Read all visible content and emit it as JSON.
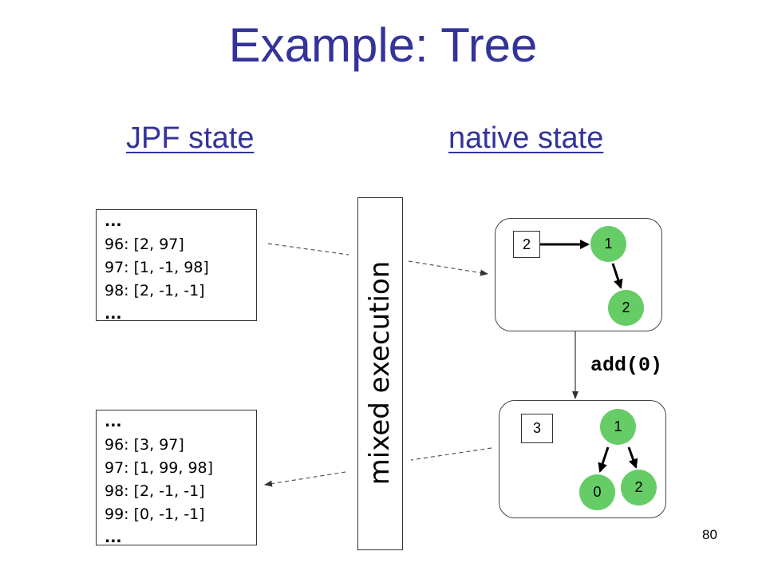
{
  "title": "Example: Tree",
  "jpf_heading": "JPF state",
  "native_heading": "native state",
  "mixed_label": "mixed execution",
  "operation": "add(0)",
  "page_number": "80",
  "jpf_before": [
    "...",
    "96: [2, 97]",
    "97: [1, -1, 98]",
    "98: [2, -1, -1]",
    "..."
  ],
  "jpf_after": [
    "...",
    "96: [3, 97]",
    "97: [1, 99, 98]",
    "98: [2, -1, -1]",
    "99: [0, -1, -1]",
    "..."
  ],
  "native_before": {
    "size": "2",
    "root": "1",
    "right_child": "2"
  },
  "native_after": {
    "size": "3",
    "root": "1",
    "left_child": "0",
    "right_child": "2"
  },
  "colors": {
    "title": "#33339a",
    "node_fill": "#66cc66"
  }
}
